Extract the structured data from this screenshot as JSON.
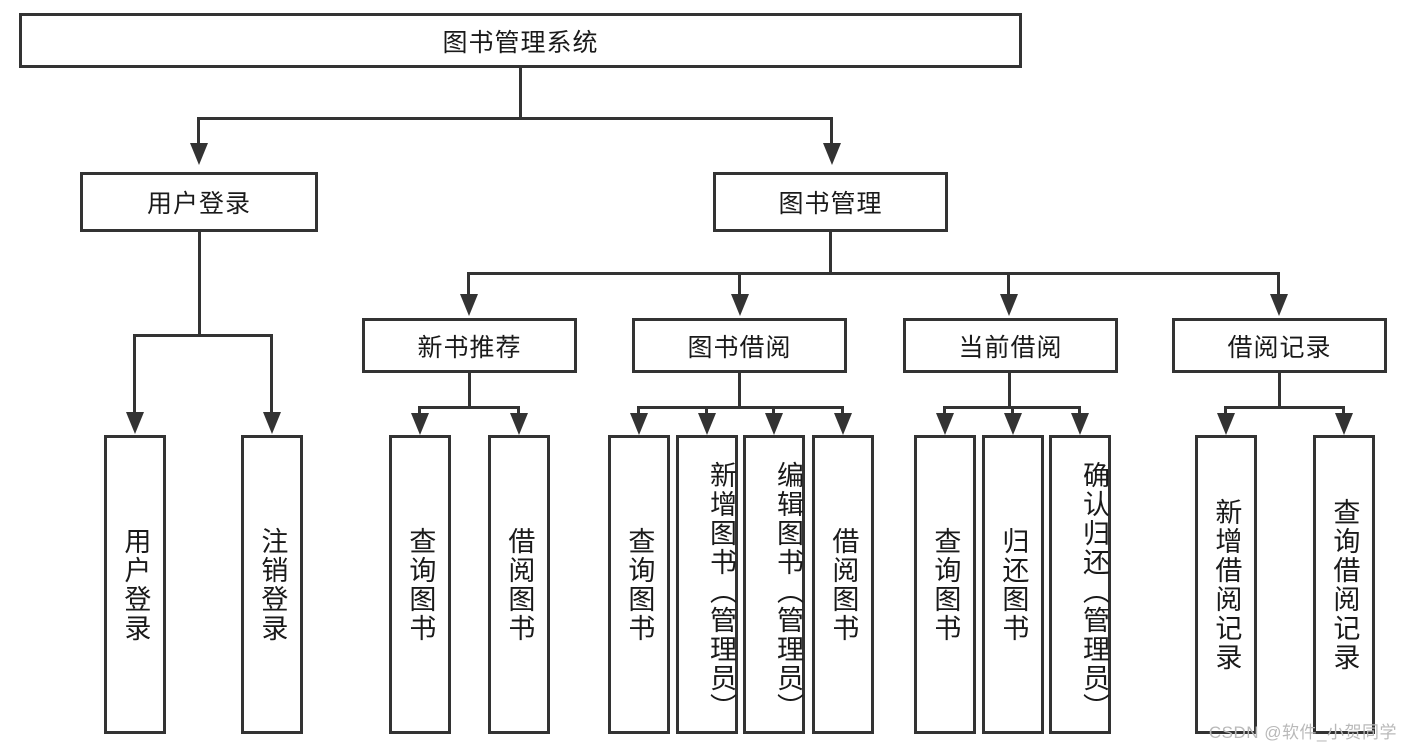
{
  "diagram": {
    "type": "tree-hierarchy",
    "title": "图书管理系统",
    "root": {
      "label": "图书管理系统"
    },
    "level2": [
      {
        "id": "user-login",
        "label": "用户登录"
      },
      {
        "id": "book-management",
        "label": "图书管理"
      }
    ],
    "level3": [
      {
        "id": "new-book-recommend",
        "label": "新书推荐",
        "parent": "book-management"
      },
      {
        "id": "book-borrow",
        "label": "图书借阅",
        "parent": "book-management"
      },
      {
        "id": "current-borrow",
        "label": "当前借阅",
        "parent": "book-management"
      },
      {
        "id": "borrow-record",
        "label": "借阅记录",
        "parent": "book-management"
      }
    ],
    "leaves": [
      {
        "id": "leaf-user-login",
        "label": "用户登录",
        "parent": "user-login"
      },
      {
        "id": "leaf-logout-login",
        "label": "注销登录",
        "parent": "user-login"
      },
      {
        "id": "leaf-query-book-1",
        "label": "查询图书",
        "parent": "new-book-recommend"
      },
      {
        "id": "leaf-borrow-book-1",
        "label": "借阅图书",
        "parent": "new-book-recommend"
      },
      {
        "id": "leaf-query-book-2",
        "label": "查询图书",
        "parent": "book-borrow"
      },
      {
        "id": "leaf-add-book",
        "label": "新增图书（管理员）",
        "parent": "book-borrow"
      },
      {
        "id": "leaf-edit-book",
        "label": "编辑图书（管理员）",
        "parent": "book-borrow"
      },
      {
        "id": "leaf-borrow-book-2",
        "label": "借阅图书",
        "parent": "book-borrow"
      },
      {
        "id": "leaf-query-book-3",
        "label": "查询图书",
        "parent": "current-borrow"
      },
      {
        "id": "leaf-return-book",
        "label": "归还图书",
        "parent": "current-borrow"
      },
      {
        "id": "leaf-confirm-return",
        "label": "确认归还（管理员）",
        "parent": "current-borrow"
      },
      {
        "id": "leaf-add-record",
        "label": "新增借阅记录",
        "parent": "borrow-record"
      },
      {
        "id": "leaf-query-record",
        "label": "查询借阅记录",
        "parent": "borrow-record"
      }
    ],
    "watermark": "CSDN @软件_小贺同学",
    "colors": {
      "stroke": "#333333",
      "fill": "#ffffff",
      "text": "#1a1a1a",
      "watermark": "#b9b9b9"
    }
  }
}
